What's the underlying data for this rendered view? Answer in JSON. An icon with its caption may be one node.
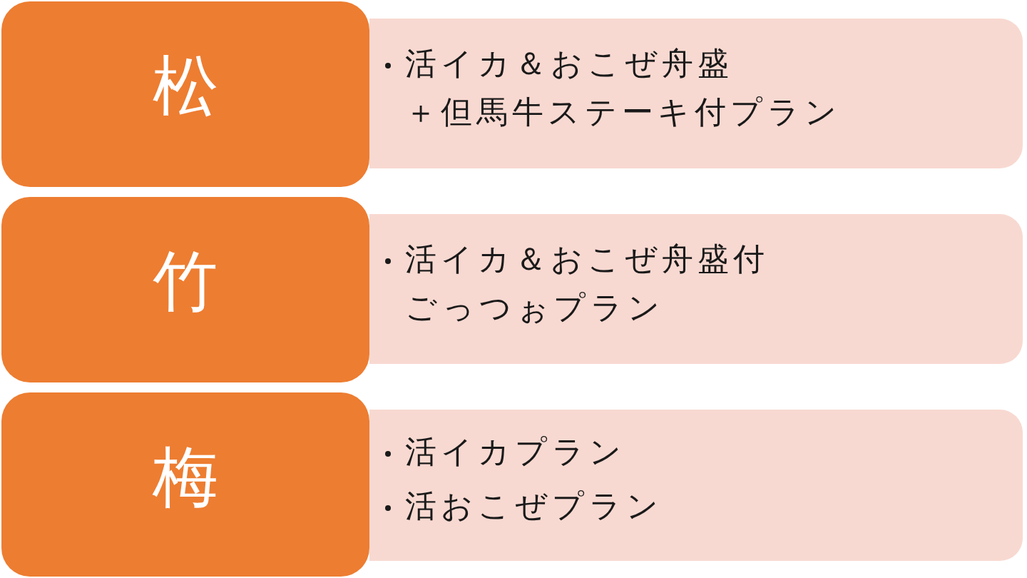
{
  "diagram": {
    "nodes": [
      {
        "text": [
          "松"
        ]
      },
      {
        "text": [
          "活イカ＆おこぜ舟盛＋但馬牛ステーキ付プラン"
        ]
      },
      {
        "text": [
          "竹"
        ]
      },
      {
        "text": [
          "活イカ＆おこぜ舟盛付ごっつぉプラン"
        ]
      },
      {
        "text": [
          "梅"
        ]
      },
      {
        "text": [
          "活イカプラン",
          "活おこぜプラン"
        ]
      }
    ]
  }
}
